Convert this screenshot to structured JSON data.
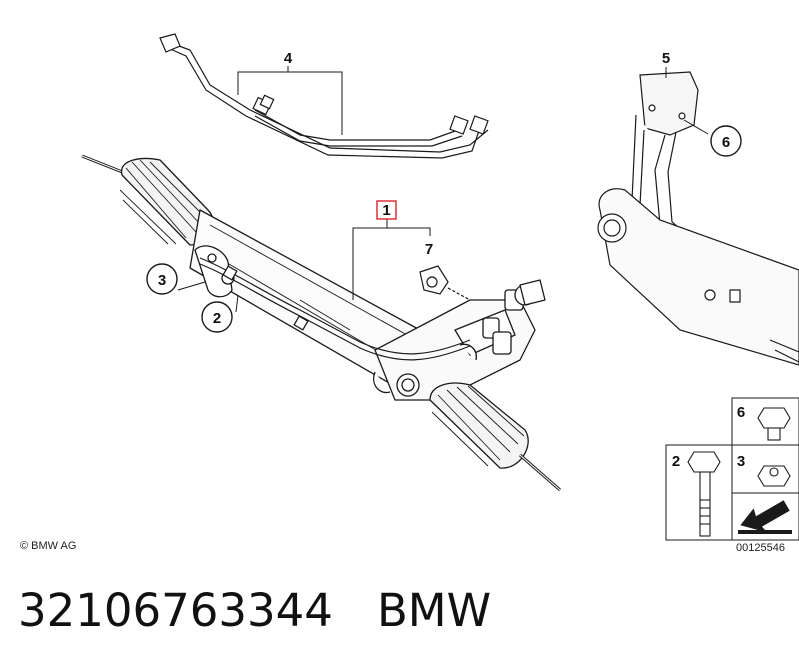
{
  "diagram": {
    "callouts": {
      "c1": "1",
      "c2": "2",
      "c3": "3",
      "c4": "4",
      "c5": "5",
      "c6": "6",
      "c7": "7"
    },
    "legend": {
      "l6": "6",
      "l2": "2",
      "l3": "3"
    },
    "reference_code": "00125546",
    "copyright": "© BMW AG"
  },
  "footer": {
    "part_number": "32106763344",
    "brand": "BMW"
  },
  "colors": {
    "line": "#1a1a1a",
    "highlight_box": "#d9232e",
    "background": "#ffffff"
  }
}
